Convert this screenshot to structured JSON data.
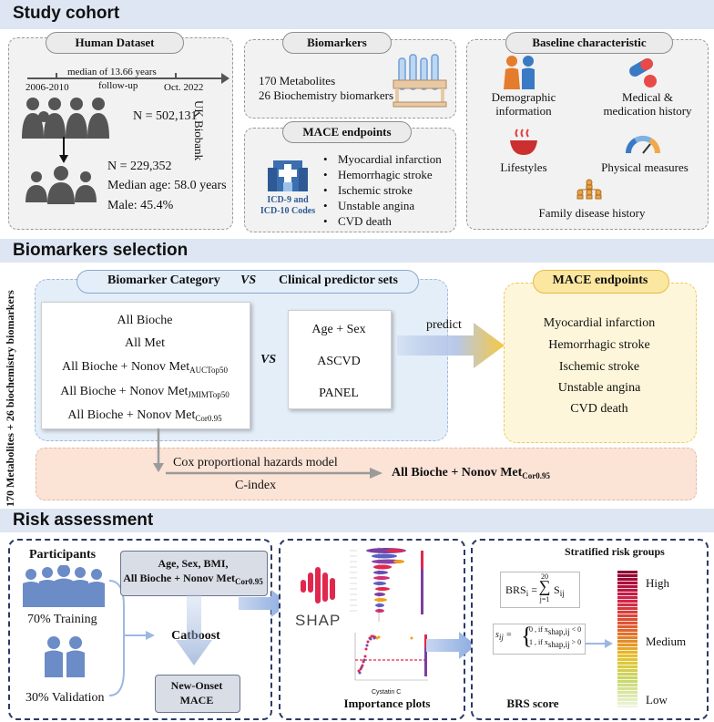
{
  "study": {
    "title": "Study cohort",
    "human": {
      "header": "Human Dataset",
      "follow_up_top": "median  of 13.66 years",
      "follow_up_bottom": "follow-up",
      "start": "2006-2010",
      "end": "Oct. 2022",
      "ukb": "UK Biobank",
      "n_total": "N = 502,131",
      "n_final": "N = 229,352",
      "median_age": "Median age: 58.0 years",
      "male": "Male: 45.4%"
    },
    "biomarkers": {
      "header": "Biomarkers",
      "line1": "170 Metabolites",
      "line2": "26  Biochemistry biomarkers"
    },
    "mace": {
      "header": "MACE endpoints",
      "icd_label1": "ICD-9 and",
      "icd_label2": "ICD-10 Codes",
      "items": [
        "Myocardial infarction",
        "Hemorrhagic stroke",
        "Ischemic stroke",
        "Unstable angina",
        "CVD death"
      ]
    },
    "baseline": {
      "header": "Baseline characteristic",
      "demo1": "Demographic",
      "demo2": "information",
      "med1": "Medical &",
      "med2": "medication history",
      "life": "Lifestyles",
      "phys": "Physical measures",
      "family": "Family disease history"
    }
  },
  "selection": {
    "title": "Biomarkers selection",
    "side_label": "170 Metabolites + 26 biochemistry biomarkers",
    "cat_header": "Biomarker Category",
    "vs": "VS",
    "clin_header": "Clinical predictor sets",
    "categories": {
      "c1": "All Bioche",
      "c2": "All Met",
      "c3_main": "All Bioche + Nonov Met",
      "c3_sub": "AUCTop50",
      "c4_main": "All Bioche +  Nonov Met",
      "c4_sub": "JMIMTop50",
      "c5_main": "All Bioche + Nonov Met",
      "c5_sub": "Cor0.95"
    },
    "clinical": [
      "Age + Sex",
      "ASCVD",
      "PANEL"
    ],
    "predict": "predict",
    "mace_header": "MACE endpoints",
    "mace_items": [
      "Myocardial infarction",
      "Hemorrhagic stroke",
      "Ischemic stroke",
      "Unstable angina",
      "CVD death"
    ],
    "cox": "Cox proportional hazards model",
    "cindex": "C-index",
    "result_main": "All Bioche + Nonov Met",
    "result_sub": "Cor0.95"
  },
  "risk": {
    "title": "Risk assessment",
    "participants": "Participants",
    "training": "70% Training",
    "validation": "30% Validation",
    "features_l1": "Age, Sex, BMI,",
    "features_l2_main": "All Bioche + Nonov Met",
    "features_l2_sub": "Cor0.95",
    "catboost": "Catboost",
    "outcome_l1": "New-Onset",
    "outcome_l2": "MACE",
    "shap": "SHAP",
    "importance": "Importance plots",
    "x_label": "Cystatin C",
    "stratified": "Stratified risk groups",
    "high": "High",
    "medium": "Medium",
    "low": "Low",
    "brs_label": "BRS score",
    "brs_formula_lhs": "BRS",
    "brs_formula_i": "i",
    "brs_sum_top": "20",
    "brs_sum_bottom": "j=1",
    "brs_formula_rhs": "S",
    "brs_formula_ij": "ij",
    "piece_lhs": "s",
    "piece_top": "0 , if  x",
    "piece_top_cond": " < 0",
    "piece_bottom": "1 , if  x",
    "piece_bottom_cond": " > 0",
    "shap_sub": "shap,ij"
  },
  "colors": {
    "band": "#dde6f2",
    "icon_blue": "#6b8cc6",
    "arrow_blue": "#9db7e3",
    "accent_yellow": "#f5c842",
    "shap_red": "#e0284f",
    "navy": "#2a3a66"
  },
  "icons": [
    "people-icon",
    "family-icon",
    "pills-icon",
    "bowl-icon",
    "gauge-icon",
    "family-tree-icon",
    "test-tubes-icon",
    "hospital-icon",
    "shap-logo-icon"
  ]
}
